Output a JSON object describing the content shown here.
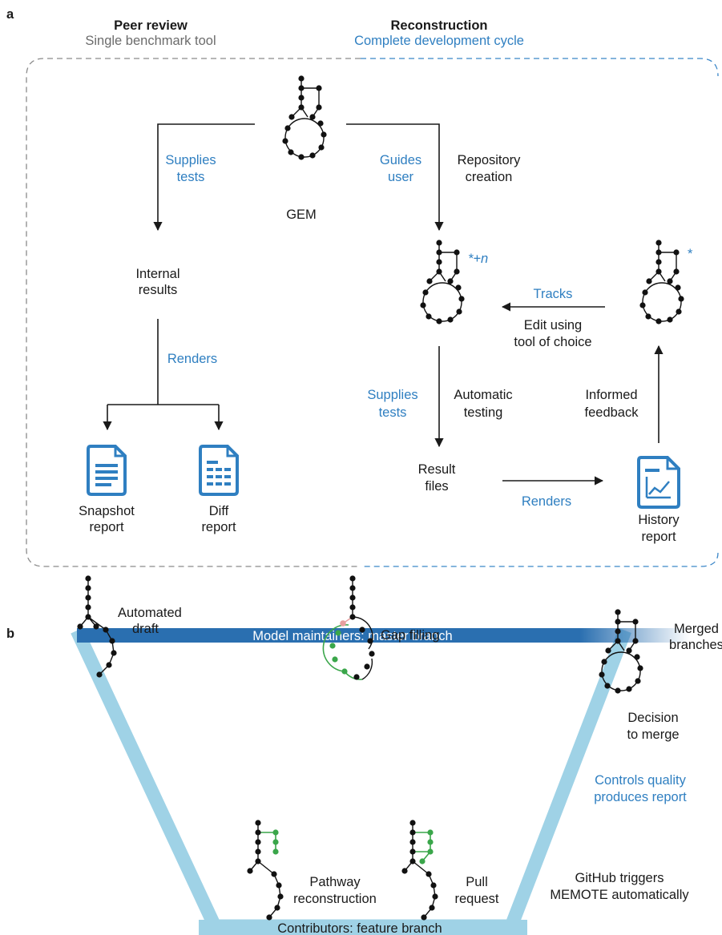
{
  "panel_a": {
    "label": "a",
    "peer_review": {
      "title": "Peer review",
      "subtitle": "Single benchmark tool"
    },
    "reconstruction": {
      "title": "Reconstruction",
      "subtitle": "Complete development cycle"
    },
    "gem_label": "GEM",
    "supplies_tests_left": [
      "Supplies",
      "tests"
    ],
    "guides_user": [
      "Guides",
      "user"
    ],
    "repository_creation": [
      "Repository",
      "creation"
    ],
    "internal_results": [
      "Internal",
      "results"
    ],
    "renders_left": "Renders",
    "snapshot_report": [
      "Snapshot",
      "report"
    ],
    "diff_report": [
      "Diff",
      "report"
    ],
    "version_n": "*+n",
    "version_star": "*",
    "tracks": "Tracks",
    "edit_tool": [
      "Edit using",
      "tool of choice"
    ],
    "supplies_tests_right": [
      "Supplies",
      "tests"
    ],
    "automatic_testing": [
      "Automatic",
      "testing"
    ],
    "informed_feedback": [
      "Informed",
      "feedback"
    ],
    "result_files": [
      "Result",
      "files"
    ],
    "renders_right": "Renders",
    "history_report": [
      "History",
      "report"
    ],
    "colors": {
      "accent_blue": "#2f7fc1",
      "dash_grey": "#8a8a8a"
    }
  },
  "panel_b": {
    "label": "b",
    "automated_draft": [
      "Automated",
      "draft"
    ],
    "gap_filling": "Gap filling",
    "merged_branches": [
      "Merged",
      "branches"
    ],
    "master_branch": "Model maintainers: master branch",
    "decision_merge": [
      "Decision",
      "to merge"
    ],
    "controls_quality": [
      "Controls quality",
      "produces report"
    ],
    "pathway_reconstruction": [
      "Pathway",
      "reconstruction"
    ],
    "pull_request": [
      "Pull",
      "request"
    ],
    "github_triggers": [
      "GitHub triggers",
      "MEMOTE automatically"
    ],
    "feature_branch": "Contributors: feature branch",
    "colors": {
      "master": "#2a6fb0",
      "feature": "#9fd2e6",
      "green": "#3aa64a",
      "pink": "#e8a0a0"
    }
  }
}
